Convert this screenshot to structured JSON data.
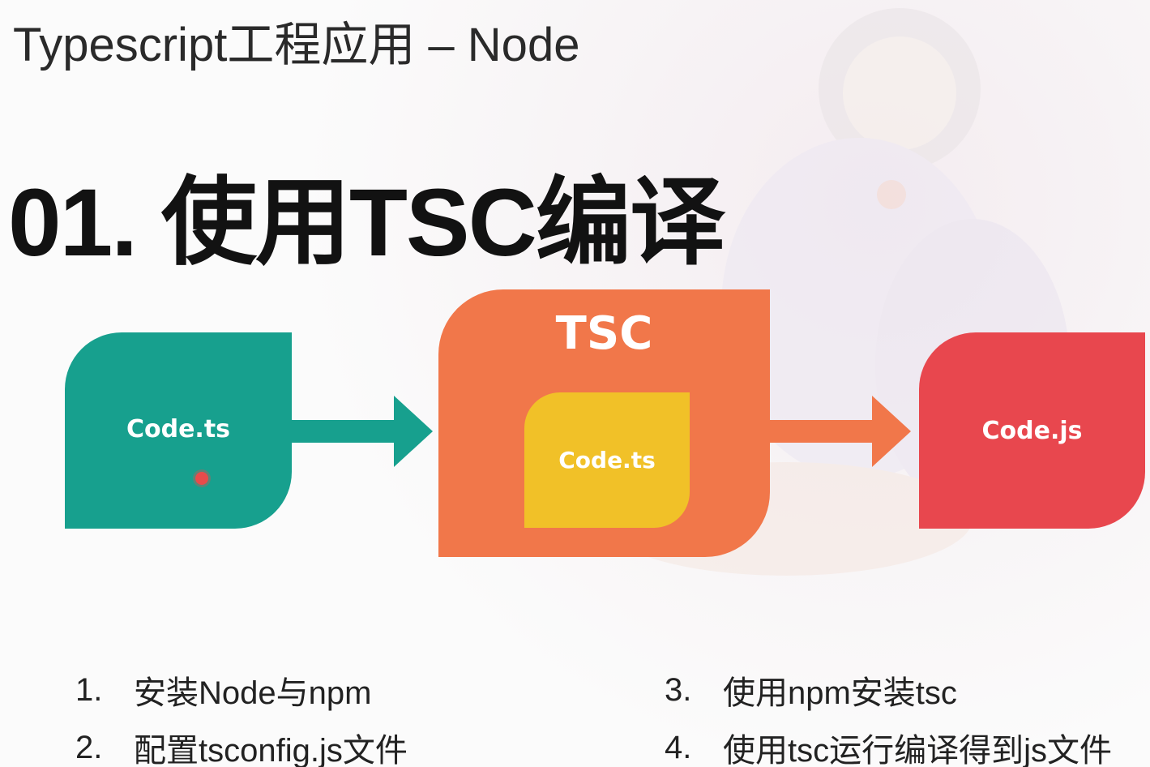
{
  "slide": {
    "header_title": "Typescript工程应用 – Node",
    "main_heading": "01. 使用TSC编译"
  },
  "diagram": {
    "source_label": "Code.ts",
    "compiler_label": "TSC",
    "compiler_inner_label": "Code.ts",
    "output_label": "Code.js",
    "colors": {
      "source": "#17a08e",
      "compiler": "#f1774a",
      "compiler_inner": "#f1c128",
      "output": "#e8474e"
    }
  },
  "steps": [
    {
      "number": "1.",
      "text": "安装Node与npm"
    },
    {
      "number": "2.",
      "text": "配置tsconfig.js文件"
    },
    {
      "number": "3.",
      "text": "使用npm安装tsc"
    },
    {
      "number": "4.",
      "text": "使用tsc运行编译得到js文件"
    }
  ]
}
